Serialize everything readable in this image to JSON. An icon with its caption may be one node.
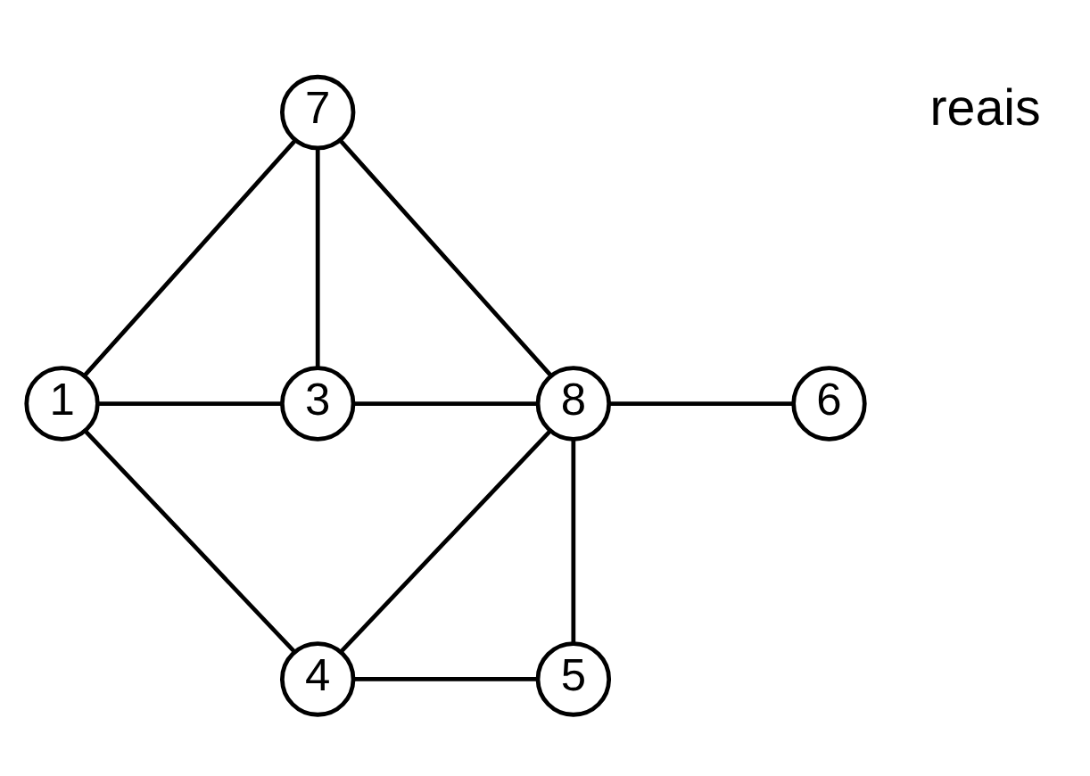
{
  "diagram": {
    "nodes": [
      {
        "text": [
          "7"
        ]
      },
      {
        "text": [
          "1"
        ]
      },
      {
        "text": [
          "3"
        ]
      },
      {
        "text": [
          "8"
        ]
      },
      {
        "text": [
          "6"
        ]
      },
      {
        "text": [
          "4"
        ]
      },
      {
        "text": [
          "5"
        ]
      }
    ],
    "edges": [
      {
        "from": 0,
        "to": 1,
        "arrow": "none"
      },
      {
        "from": 0,
        "to": 2,
        "arrow": "none"
      },
      {
        "from": 0,
        "to": 3,
        "arrow": "none"
      },
      {
        "from": 1,
        "to": 2,
        "arrow": "none"
      },
      {
        "from": 2,
        "to": 3,
        "arrow": "none"
      },
      {
        "from": 3,
        "to": 4,
        "arrow": "none"
      },
      {
        "from": 1,
        "to": 5,
        "arrow": "none"
      },
      {
        "from": 3,
        "to": 5,
        "arrow": "none"
      },
      {
        "from": 3,
        "to": 6,
        "arrow": "none"
      },
      {
        "from": 5,
        "to": 6,
        "arrow": "none"
      }
    ],
    "labels": [
      "reais"
    ]
  }
}
